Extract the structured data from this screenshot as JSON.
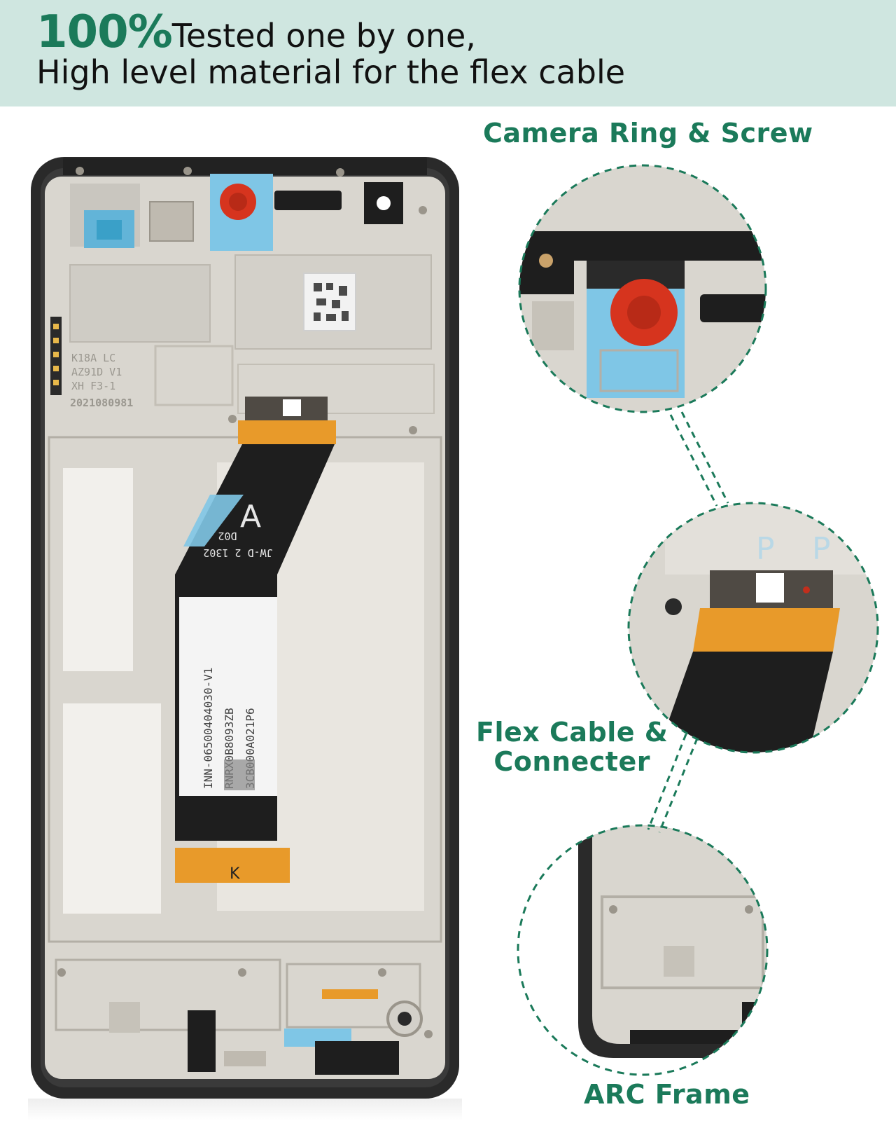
{
  "banner": {
    "percent": "100%",
    "line1_rest": "Tested one by one,",
    "line2": "High level material for the flex cable",
    "background_color": "#cfe6e0",
    "accent_color": "#1b7a5a"
  },
  "callouts": {
    "camera": "Camera Ring & Screw",
    "flex_line1": "Flex Cable &",
    "flex_line2": "Connecter",
    "arc": "ARC Frame"
  },
  "product_markings": {
    "board_text_1": "K18A LC",
    "board_text_2": "AZ91D V1",
    "board_text_3": "XH F3-1",
    "board_date": "2021080981",
    "cable_letter": "A",
    "cable_code_1": "D02",
    "cable_code_2": "JW-D 2 1302",
    "label_line_1": "INN-06500404030-V1",
    "label_line_2": "RNRX0B8093ZB",
    "label_line_3": "3CB000A021P6",
    "connector_letter": "K"
  },
  "colors": {
    "frame_dark": "#2a2a2a",
    "frame_metal": "#d9d6cf",
    "flex_orange": "#e89a2a",
    "flex_black": "#1e1e1e",
    "camera_red": "#d6341e",
    "tape_blue": "#7fc6e6",
    "dash_green": "#1b7a5a"
  },
  "icons": [
    "camera-ring-icon",
    "screw-icon"
  ]
}
